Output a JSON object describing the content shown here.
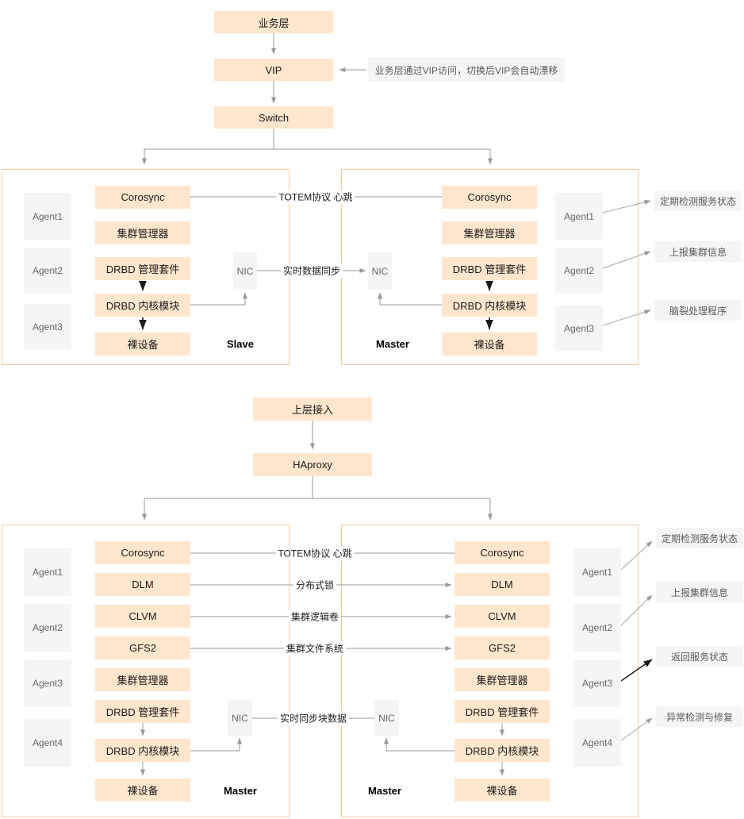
{
  "top": {
    "flow": {
      "business": "业务层",
      "vip": "VIP",
      "switch": "Switch"
    },
    "vip_note": "业务层通过VIP访问，切换后VIP会自动漂移",
    "left_node": {
      "title": "Slave",
      "agents": [
        "Agent1",
        "Agent2",
        "Agent3"
      ],
      "stack": [
        "Corosync",
        "集群管理器",
        "DRBD 管理套件",
        "DRBD 内核模块",
        "裸设备"
      ],
      "nic": "NIC"
    },
    "right_node": {
      "title": "Master",
      "agents": [
        "Agent1",
        "Agent2",
        "Agent3"
      ],
      "stack": [
        "Corosync",
        "集群管理器",
        "DRBD 管理套件",
        "DRBD 内核模块",
        "裸设备"
      ],
      "nic": "NIC"
    },
    "links": {
      "heartbeat": "TOTEM协议 心跳",
      "sync": "实时数据同步"
    },
    "annotations": [
      "定期检测服务状态",
      "上报集群信息",
      "脑裂处理程序"
    ]
  },
  "bottom": {
    "flow": {
      "upper": "上层接入",
      "haproxy": "HAproxy"
    },
    "left_node": {
      "title": "Master",
      "agents": [
        "Agent1",
        "Agent2",
        "Agent3",
        "Agent4"
      ],
      "stack": [
        "Corosync",
        "DLM",
        "CLVM",
        "GFS2",
        "集群管理器",
        "DRBD 管理套件",
        "DRBD 内核模块",
        "裸设备"
      ],
      "nic": "NIC"
    },
    "right_node": {
      "title": "Master",
      "agents": [
        "Agent1",
        "Agent2",
        "Agent3",
        "Agent4"
      ],
      "stack": [
        "Corosync",
        "DLM",
        "CLVM",
        "GFS2",
        "集群管理器",
        "DRBD 管理套件",
        "DRBD 内核模块",
        "裸设备"
      ],
      "nic": "NIC"
    },
    "links": {
      "heartbeat": "TOTEM协议 心跳",
      "dlm": "分布式锁",
      "clvm": "集群逻辑卷",
      "gfs2": "集群文件系统",
      "sync": "实时同步块数据"
    },
    "annotations": [
      "定期检测服务状态",
      "上报集群信息",
      "返回服务状态",
      "异常检测与修复"
    ]
  },
  "colors": {
    "orange_fill": "#FFE6CC",
    "node_border": "#F8C99B",
    "gray_fill": "#F5F5F5",
    "gray_text": "#666666",
    "line_gray": "#999999",
    "line_black": "#1A1A1A"
  }
}
